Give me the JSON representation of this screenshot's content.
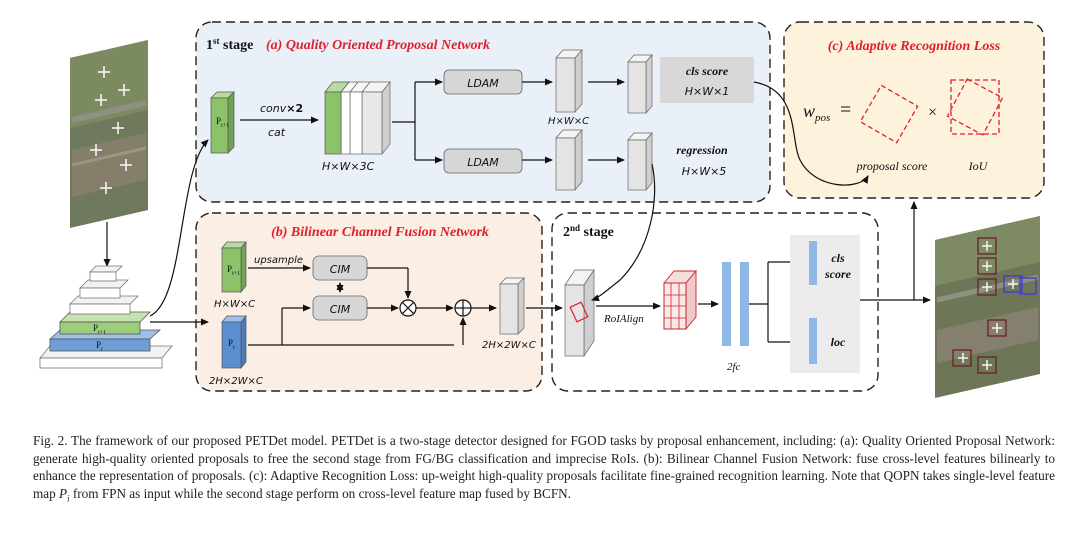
{
  "stage1": {
    "header_pre": "1",
    "header_sup": "st",
    "header_post": " stage",
    "title": "(a) Quality Oriented Proposal Network",
    "p_label": "P",
    "p_sub": "i+1",
    "conv_label": "conv",
    "conv_times": "×2",
    "cat_label": "cat",
    "concat_dim": "H×W×3C",
    "ldam_top": "LDAM",
    "ldam_bottom": "LDAM",
    "mid_dim": "H×W×C",
    "cls_title": "cls score",
    "cls_dim": "H×W×1",
    "reg_title": "regression",
    "reg_dim": "H×W×5"
  },
  "loss": {
    "title": "(c) Adaptive Recognition Loss",
    "w_pos": "w",
    "w_sub": "pos",
    "equals": "=",
    "times": "×",
    "proposal_score": "proposal score",
    "iou": "IoU"
  },
  "bcfn": {
    "title": "(b) Bilinear Channel Fusion Network",
    "p_top": "P",
    "p_top_sub": "i+1",
    "upsample": "upsample",
    "dim_top": "H×W×C",
    "p_bottom": "P",
    "p_bottom_sub": "i",
    "dim_bottom": "2H×2W×C",
    "cim_top": "CIM",
    "cim_bottom": "CIM",
    "dim_out": "2H×2W×C"
  },
  "fpn": {
    "p_top": "P",
    "p_top_sub": "i+1",
    "p_bottom": "P",
    "p_bottom_sub": "i"
  },
  "stage2": {
    "header_pre": "2",
    "header_sup": "nd",
    "header_post": " stage",
    "roialign": "RoIAlign",
    "fc": "2fc",
    "cls": "cls",
    "score": "score",
    "loc": "loc"
  },
  "caption": {
    "text": "Fig. 2.  The framework of our proposed PETDet model. PETDet is a two-stage detector designed for FGOD tasks by proposal enhancement, including: (a): Quality Oriented Proposal Network: generate high-quality oriented proposals to free the second stage from FG/BG classification and imprecise RoIs. (b): Bilinear Channel Fusion Network: fuse cross-level features bilinearly to enhance the representation of proposals. (c): Adaptive Recognition Loss: up-weight high-quality proposals facilitate fine-grained recognition learning. Note that QOPN takes single-level feature map ",
    "math_var": "P",
    "math_sub": "i",
    "text_end": " from FPN as input while the second stage perform on cross-level feature map fused by BCFN."
  },
  "colors": {
    "stage1_bg": "#eaf0f8",
    "bcfn_bg": "#fbeee4",
    "loss_bg": "#fdf3dc",
    "title_red": "#e0202a",
    "green_feature": "#8cc36a",
    "blue_feature": "#5b8fcf",
    "fc_blue": "#8fb8e6"
  }
}
